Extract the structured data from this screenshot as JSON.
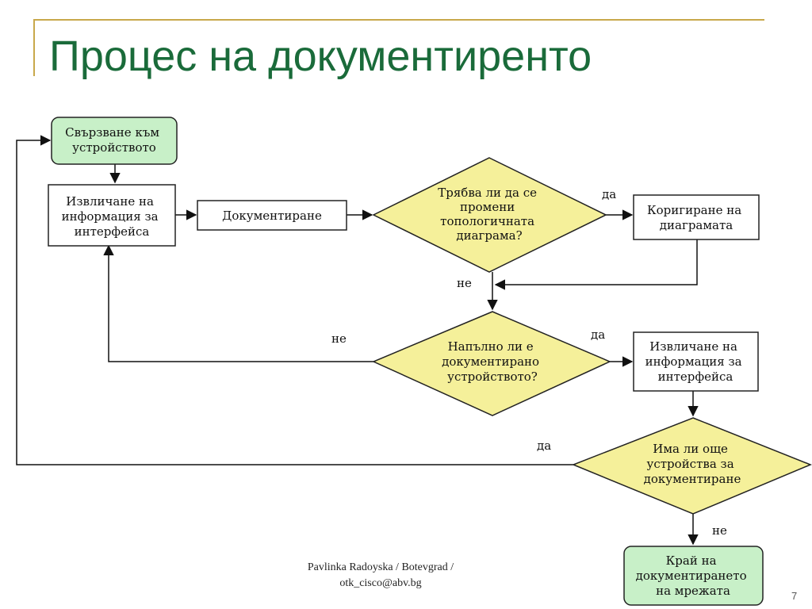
{
  "slide": {
    "title": "Процес на документиренто",
    "footer_line1": "Pavlinka Radoyska / Botevgrad /",
    "footer_line2": "otk_cisco@abv.bg",
    "page_number": "7"
  },
  "flowchart": {
    "start": [
      "Свързване към",
      "устройството"
    ],
    "extract1": [
      "Извличане на",
      "информация за",
      "интерфейса"
    ],
    "document": [
      "Документиране"
    ],
    "decision_topology": [
      "Трябва ли да се",
      "промени",
      "топологичната",
      "диаграма?"
    ],
    "correct_diagram": [
      "Коригиране на",
      "диаграмата"
    ],
    "decision_full": [
      "Напълно ли е",
      "документирано",
      "устройството?"
    ],
    "extract2": [
      "Извличане на",
      "информация за",
      "интерфейса"
    ],
    "decision_more": [
      "Има ли още",
      "устройства за",
      "документиране"
    ],
    "end": [
      "Край на",
      "документирането",
      "на мрежата"
    ],
    "labels": {
      "topology_yes": "да",
      "topology_no": "не",
      "full_no": "не",
      "full_yes": "да",
      "more_yes": "да",
      "more_no": "не"
    }
  },
  "colors": {
    "title": "#1a6b3a",
    "terminal_fill": "#c8f0c8",
    "decision_fill": "#f5f09a",
    "rule": "#c8a84b"
  }
}
